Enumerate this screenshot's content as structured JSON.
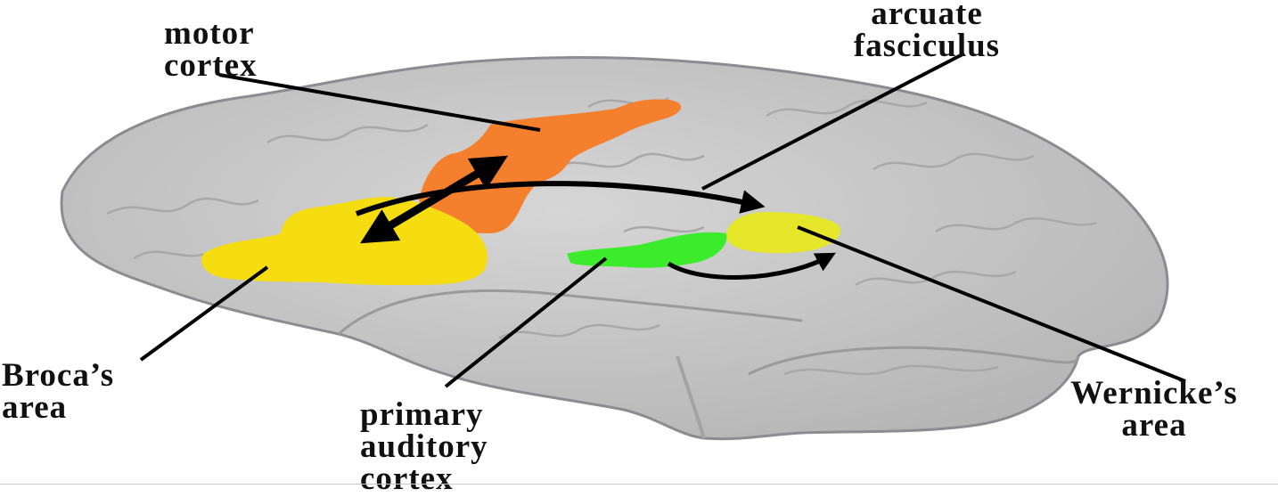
{
  "labels": {
    "motor_cortex": [
      "motor",
      "cortex"
    ],
    "arcuate_fasciculus": [
      "arcuate",
      "fasciculus"
    ],
    "brocas_area": [
      "Broca’s",
      "area"
    ],
    "primary_auditory_cortex": [
      "primary",
      "auditory",
      "cortex"
    ],
    "wernickes_area": [
      "Wernicke’s",
      "area"
    ]
  },
  "colors": {
    "brain": "#c9c9c9",
    "brain_outline": "#8d8b92",
    "motor_cortex": "#f47f2c",
    "brocas_area": "#f5dd12",
    "wernickes_area": "#e6e62a",
    "auditory_cortex": "#3cec2c",
    "leader_line": "#000000"
  }
}
